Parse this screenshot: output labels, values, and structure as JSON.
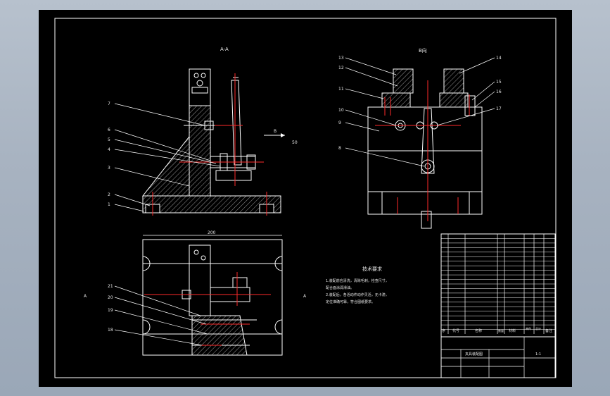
{
  "views": {
    "section_aa": {
      "label": "A-A"
    },
    "view_b": {
      "label": "B向"
    },
    "top_view": {
      "dim_width": "200",
      "section_mark_left": "A",
      "section_mark_right": "A"
    },
    "side_dim": "50",
    "view_b_arrow": "B"
  },
  "balloons": {
    "section": [
      "7",
      "6",
      "5",
      "4",
      "3",
      "2",
      "1"
    ],
    "view_b_left": [
      "13",
      "12",
      "11",
      "10",
      "9",
      "8"
    ],
    "view_b_right": [
      "14",
      "15",
      "16",
      "17"
    ],
    "top": [
      "21",
      "20",
      "19",
      "18"
    ]
  },
  "tech_requirements": {
    "title": "技术要求",
    "lines": [
      "1.装配前应清洗，清除毛刺，检查尺寸，",
      "  配合面涂润滑油。",
      "2.装配后，各活动件动作灵活，无卡滞，",
      "  定位准确可靠，符合图纸要求。"
    ]
  },
  "title_block": {
    "header": {
      "seq": "序",
      "code": "代号",
      "name": "名称",
      "qty": "数量",
      "material": "材料",
      "single": "单件",
      "total": "总计",
      "remarks": "备注"
    },
    "scale": "1:1",
    "drawing_name": "夹具装配图"
  },
  "colors": {
    "background": "#000000",
    "lines": "#ffffff",
    "centerlines": "#ff2a2a",
    "chrome": "#a8b3c1"
  }
}
